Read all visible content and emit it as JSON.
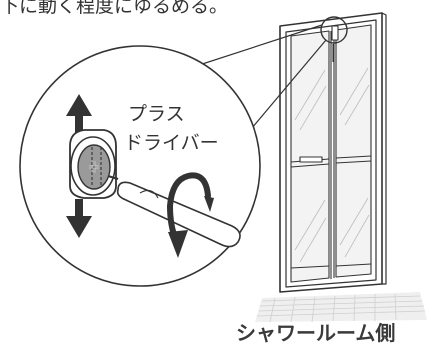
{
  "top_caption": "下に動く程度にゆるめる。",
  "tool_label_line1": "プラス",
  "tool_label_line2": "ドライバー",
  "side_caption": "シャワールーム側",
  "colors": {
    "line": "#333333",
    "screw_fill": "#9a9a9a",
    "glass": "#f3f3f3",
    "floor_hatch": "#d8d8d8"
  },
  "icons": [
    "arrow-up-icon",
    "arrow-down-icon",
    "rotation-arrow-icon",
    "screw-icon",
    "screwdriver-icon",
    "zoom-circle-icon"
  ]
}
